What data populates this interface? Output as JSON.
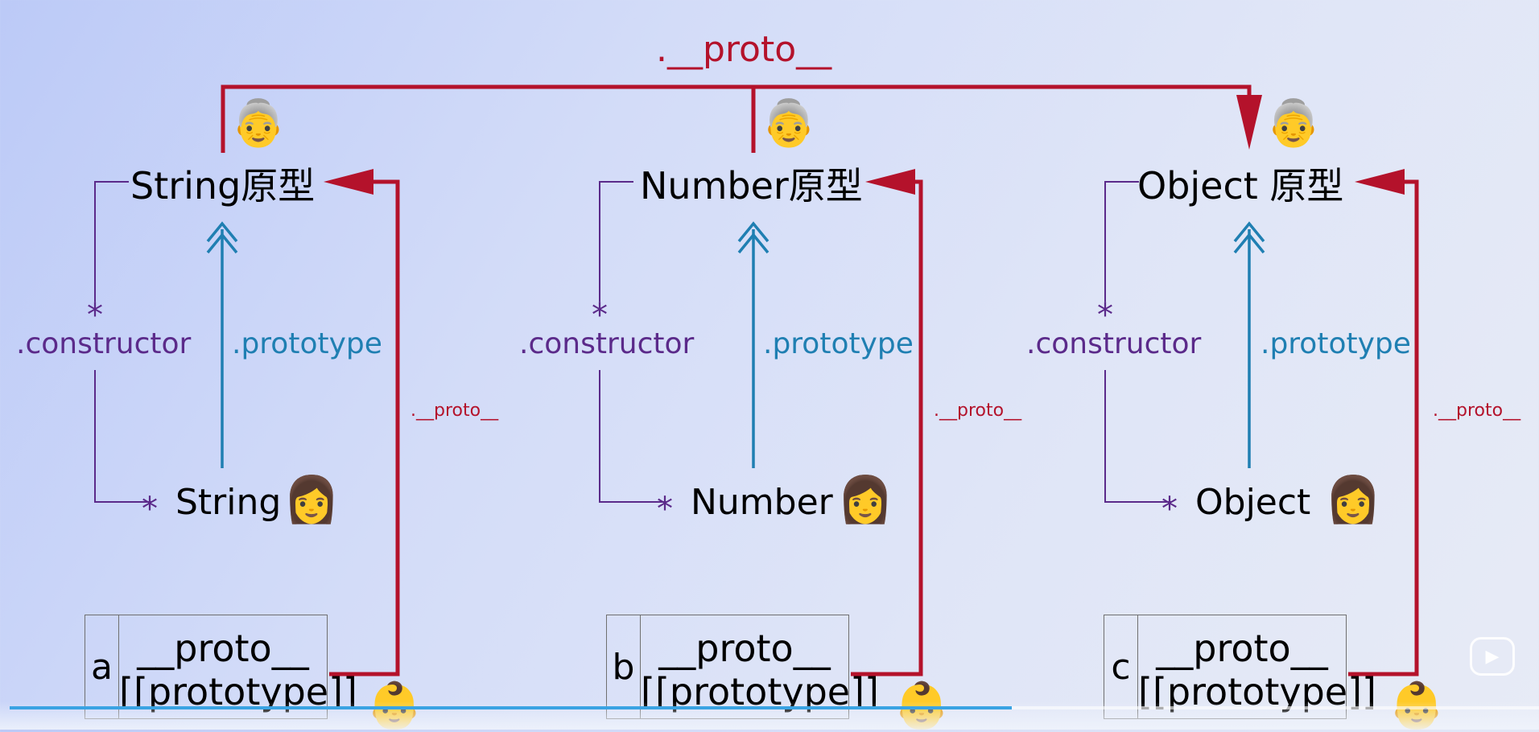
{
  "diagram": {
    "top_label": ".__proto__",
    "columns": [
      {
        "prototype_name": "String原型",
        "constructor_name": "String",
        "constructor_label": ".constructor",
        "prototype_label": ".prototype",
        "proto_label": ".__proto__",
        "instance_letter": "a",
        "instance_line1": "__proto__",
        "instance_line2": "[[prototype]]"
      },
      {
        "prototype_name": "Number原型",
        "constructor_name": "Number",
        "constructor_label": ".constructor",
        "prototype_label": ".prototype",
        "proto_label": ".__proto__",
        "instance_letter": "b",
        "instance_line1": "__proto__",
        "instance_line2": "[[prototype]]"
      },
      {
        "prototype_name": "Object 原型",
        "constructor_name": "Object",
        "constructor_label": ".constructor",
        "prototype_label": ".prototype",
        "proto_label": ".__proto__",
        "instance_letter": "c",
        "instance_line1": "__proto__",
        "instance_line2": "[[prototype]]"
      }
    ],
    "emoji": {
      "grandma": "👵",
      "woman": "👩",
      "baby": "👶"
    },
    "colors": {
      "proto_link": "#b4122b",
      "prototype_link": "#1f7fb2",
      "constructor_link": "#5b2a8a",
      "progress": "#3aa3e3"
    }
  },
  "player": {
    "progress": 0.655,
    "play_icon": "▶"
  }
}
